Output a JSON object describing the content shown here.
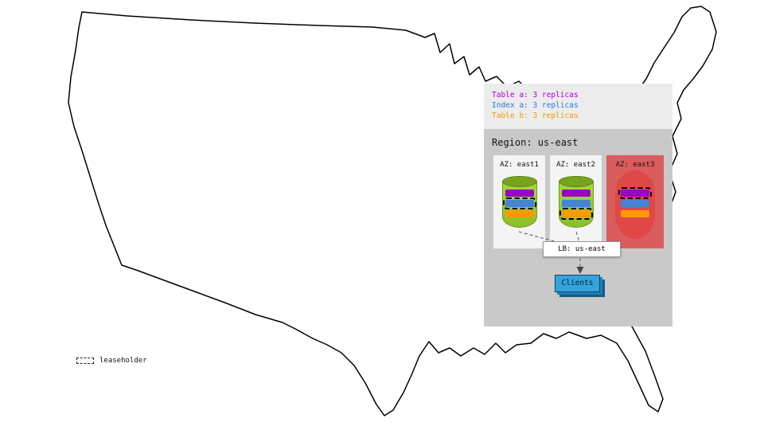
{
  "colors": {
    "table_a": "#9900cc",
    "index_a": "#4285d6",
    "table_b": "#ff9900",
    "az_failed_bg": "#db5c5c",
    "clients_bg": "#35a3dc"
  },
  "legend": {
    "items": [
      {
        "label": "Table a: 3 replicas",
        "color": "#aa00dd"
      },
      {
        "label": "Index a: 3 replicas",
        "color": "#2a7ae2"
      },
      {
        "label": "Table b: 3 replicas",
        "color": "#f59a00"
      }
    ]
  },
  "region": {
    "title": "Region: us-east",
    "azs": [
      {
        "label": "AZ: east1",
        "failed": false,
        "replicas": [
          {
            "type": "table_a",
            "leaseholder": false
          },
          {
            "type": "index_a",
            "leaseholder": true
          },
          {
            "type": "table_b",
            "leaseholder": false
          }
        ]
      },
      {
        "label": "AZ: east2",
        "failed": false,
        "replicas": [
          {
            "type": "table_a",
            "leaseholder": false
          },
          {
            "type": "index_a",
            "leaseholder": false
          },
          {
            "type": "table_b",
            "leaseholder": true
          }
        ]
      },
      {
        "label": "AZ: east3",
        "failed": true,
        "replicas": [
          {
            "type": "table_a",
            "leaseholder": true
          },
          {
            "type": "index_a",
            "leaseholder": false
          },
          {
            "type": "table_b",
            "leaseholder": false
          }
        ]
      }
    ],
    "load_balancer": {
      "label": "LB: us-east"
    },
    "clients": {
      "label": "Clients"
    }
  },
  "map_legend": {
    "label": "leaseholder"
  }
}
